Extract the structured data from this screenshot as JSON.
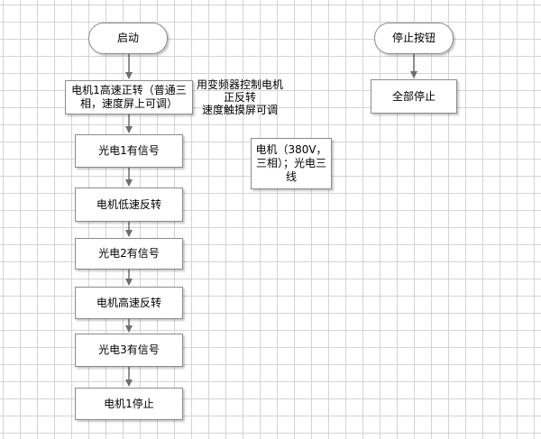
{
  "flow_left": {
    "start": "启动",
    "steps": [
      "电机1高速正转（普通三相，速度屏上可调）",
      "光电1有信号",
      "电机低速反转",
      "光电2有信号",
      "电机高速反转",
      "光电3有信号",
      "电机1停止"
    ]
  },
  "flow_right": {
    "start": "停止按钮",
    "step": "全部停止"
  },
  "annotations": {
    "vfd_line1": "用变频器控制电机",
    "vfd_line2": "正反转",
    "vfd_line3": "速度触摸屏可调",
    "motor_note": "电机（380V，三相）；光电三线"
  },
  "colors": {
    "border": "#8c8c8c",
    "arrow": "#6e6e6e",
    "grid": "#d4d4d4"
  }
}
